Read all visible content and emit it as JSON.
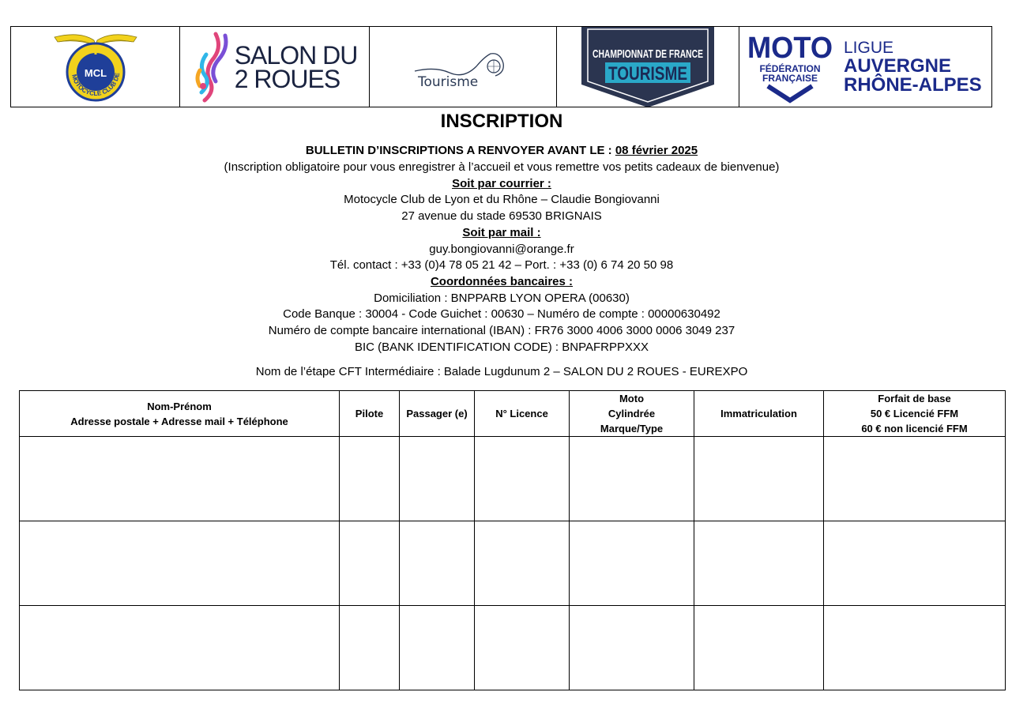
{
  "logos": {
    "mcl": {
      "ring_text": "MOTOCYCLE CLUB DE LYON",
      "monogram": "MCL"
    },
    "salon": {
      "line1": "SALON DU",
      "line2": "2 ROUES"
    },
    "tourisme": {
      "word": "Tourisme"
    },
    "cft": {
      "line1": "CHAMPIONNAT DE FRANCE",
      "line2": "TOURISME"
    },
    "ffm": {
      "moto": "MOTO",
      "federation": "FÉDÉRATION",
      "francaise": "FRANÇAISE",
      "ligue": "LIGUE",
      "region1": "AUVERGNE",
      "region2": "RHÔNE-ALPES"
    }
  },
  "title": "INSCRIPTION",
  "deadline": {
    "label": "BULLETIN D’INSCRIPTIONS A RENVOYER AVANT LE : ",
    "date": "08 février 2025"
  },
  "note": "(Inscription obligatoire pour vous enregistrer à l’accueil et vous remettre vos petits cadeaux de bienvenue)",
  "courrier": {
    "heading": "Soit par courrier :",
    "line1": "Motocycle Club de Lyon et du Rhône – Claudie Bongiovanni",
    "line2": "27 avenue du stade 69530 BRIGNAIS"
  },
  "mail": {
    "heading": "Soit par mail :",
    "email": "guy.bongiovanni@orange.fr",
    "phone": "Tél. contact : +33 (0)4 78 05 21 42 – Port. : +33 (0) 6 74 20 50 98"
  },
  "bank": {
    "heading": "Coordonnées bancaires :",
    "domiciliation": "Domiciliation : BNPPARB LYON OPERA (00630)",
    "codes": "Code Banque : 30004 - Code Guichet : 00630 – Numéro de compte : 00000630492",
    "iban": "Numéro de compte bancaire international (IBAN) : FR76 3000 4006 3000 0006 3049 237",
    "bic": "BIC (BANK IDENTIFICATION CODE) : BNPAFRPPXXX"
  },
  "stage": "Nom de l’étape CFT Intermédiaire : Balade Lugdunum 2 – SALON DU 2 ROUES - EUREXPO",
  "table": {
    "headers": {
      "name_l1": "Nom-Prénom",
      "name_l2": "Adresse postale + Adresse mail + Téléphone",
      "pilote": "Pilote",
      "passager": "Passager (e)",
      "licence": "N° Licence",
      "moto_l1": "Moto",
      "moto_l2": "Cylindrée",
      "moto_l3": "Marque/Type",
      "immat": "Immatriculation",
      "forfait_l1": "Forfait de base",
      "forfait_l2": "50 € Licencié FFM",
      "forfait_l3": "60 € non licencié FFM"
    }
  },
  "colors": {
    "navy": "#1b2a8a",
    "cft_dark": "#2b3550",
    "cft_teal": "#2aa8c8",
    "mcl_yellow": "#f2d21c",
    "mcl_blue": "#1f3f99"
  }
}
